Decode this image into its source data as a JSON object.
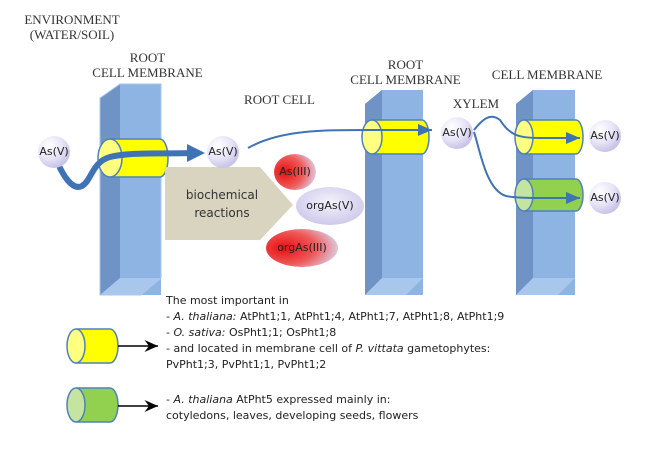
{
  "labels": {
    "environment_line1": "ENVIRONMENT",
    "environment_line2": "(WATER/SOIL)",
    "root_membrane1_line1": "ROOT",
    "root_membrane1_line2": "CELL MEMBRANE",
    "root_cell": "ROOT CELL",
    "root_membrane2_line1": "ROOT",
    "root_membrane2_line2": "CELL MEMBRANE",
    "xylem": "XYLEM",
    "cell_membrane": "CELL MEMBRANE"
  },
  "species": {
    "env_asv": "As(V)",
    "cell_asv": "As(V)",
    "xylem_asv": "As(V)",
    "out_asv_yellow": "As(V)",
    "out_asv_green": "As(V)",
    "as_iii": "As(III)",
    "org_as_v": "orgAs(V)",
    "org_as_iii": "orgAs(III)"
  },
  "process": {
    "line1": "biochemical",
    "line2": "reactions"
  },
  "legend": {
    "yellow": {
      "intro": "The most important in",
      "l1_prefix": " - ",
      "l1_species": "A. thaliana:",
      "l1_genes": " AtPht1;1, AtPht1;4, AtPht1;7, AtPht1;8, AtPht1;9",
      "l2_prefix": "- ",
      "l2_species": "O. sativa:",
      "l2_genes": " OsPht1;1; OsPht1;8",
      "l3_prefix": "- and located in membrane cell of ",
      "l3_species": "P. vittata",
      "l3_suffix": " gametophytes:",
      "l4": "PvPht1;3, PvPht1;1, PvPht1;2"
    },
    "green": {
      "l1_prefix": "- ",
      "l1_species": "A. thaliana",
      "l1_rest": " AtPht5 expressed mainly in:",
      "l2": "cotyledons, leaves, developing seeds, flowers"
    }
  },
  "colors": {
    "membrane_front": "#8eb4e3",
    "membrane_side": "#6f93c4",
    "membrane_bottom": "#a9c6ec",
    "transporter_yellow": "#ffff00",
    "transporter_yellow_cap": "#ffff80",
    "transporter_green": "#92d050",
    "transporter_green_cap": "#c4e4a0",
    "outline": "#4f81bd",
    "flow_arrow": "#3e74b5",
    "process_box": "#d8d4c0",
    "arsenate_node": "#dcd8f0",
    "reduced_node": "#e8262a"
  }
}
